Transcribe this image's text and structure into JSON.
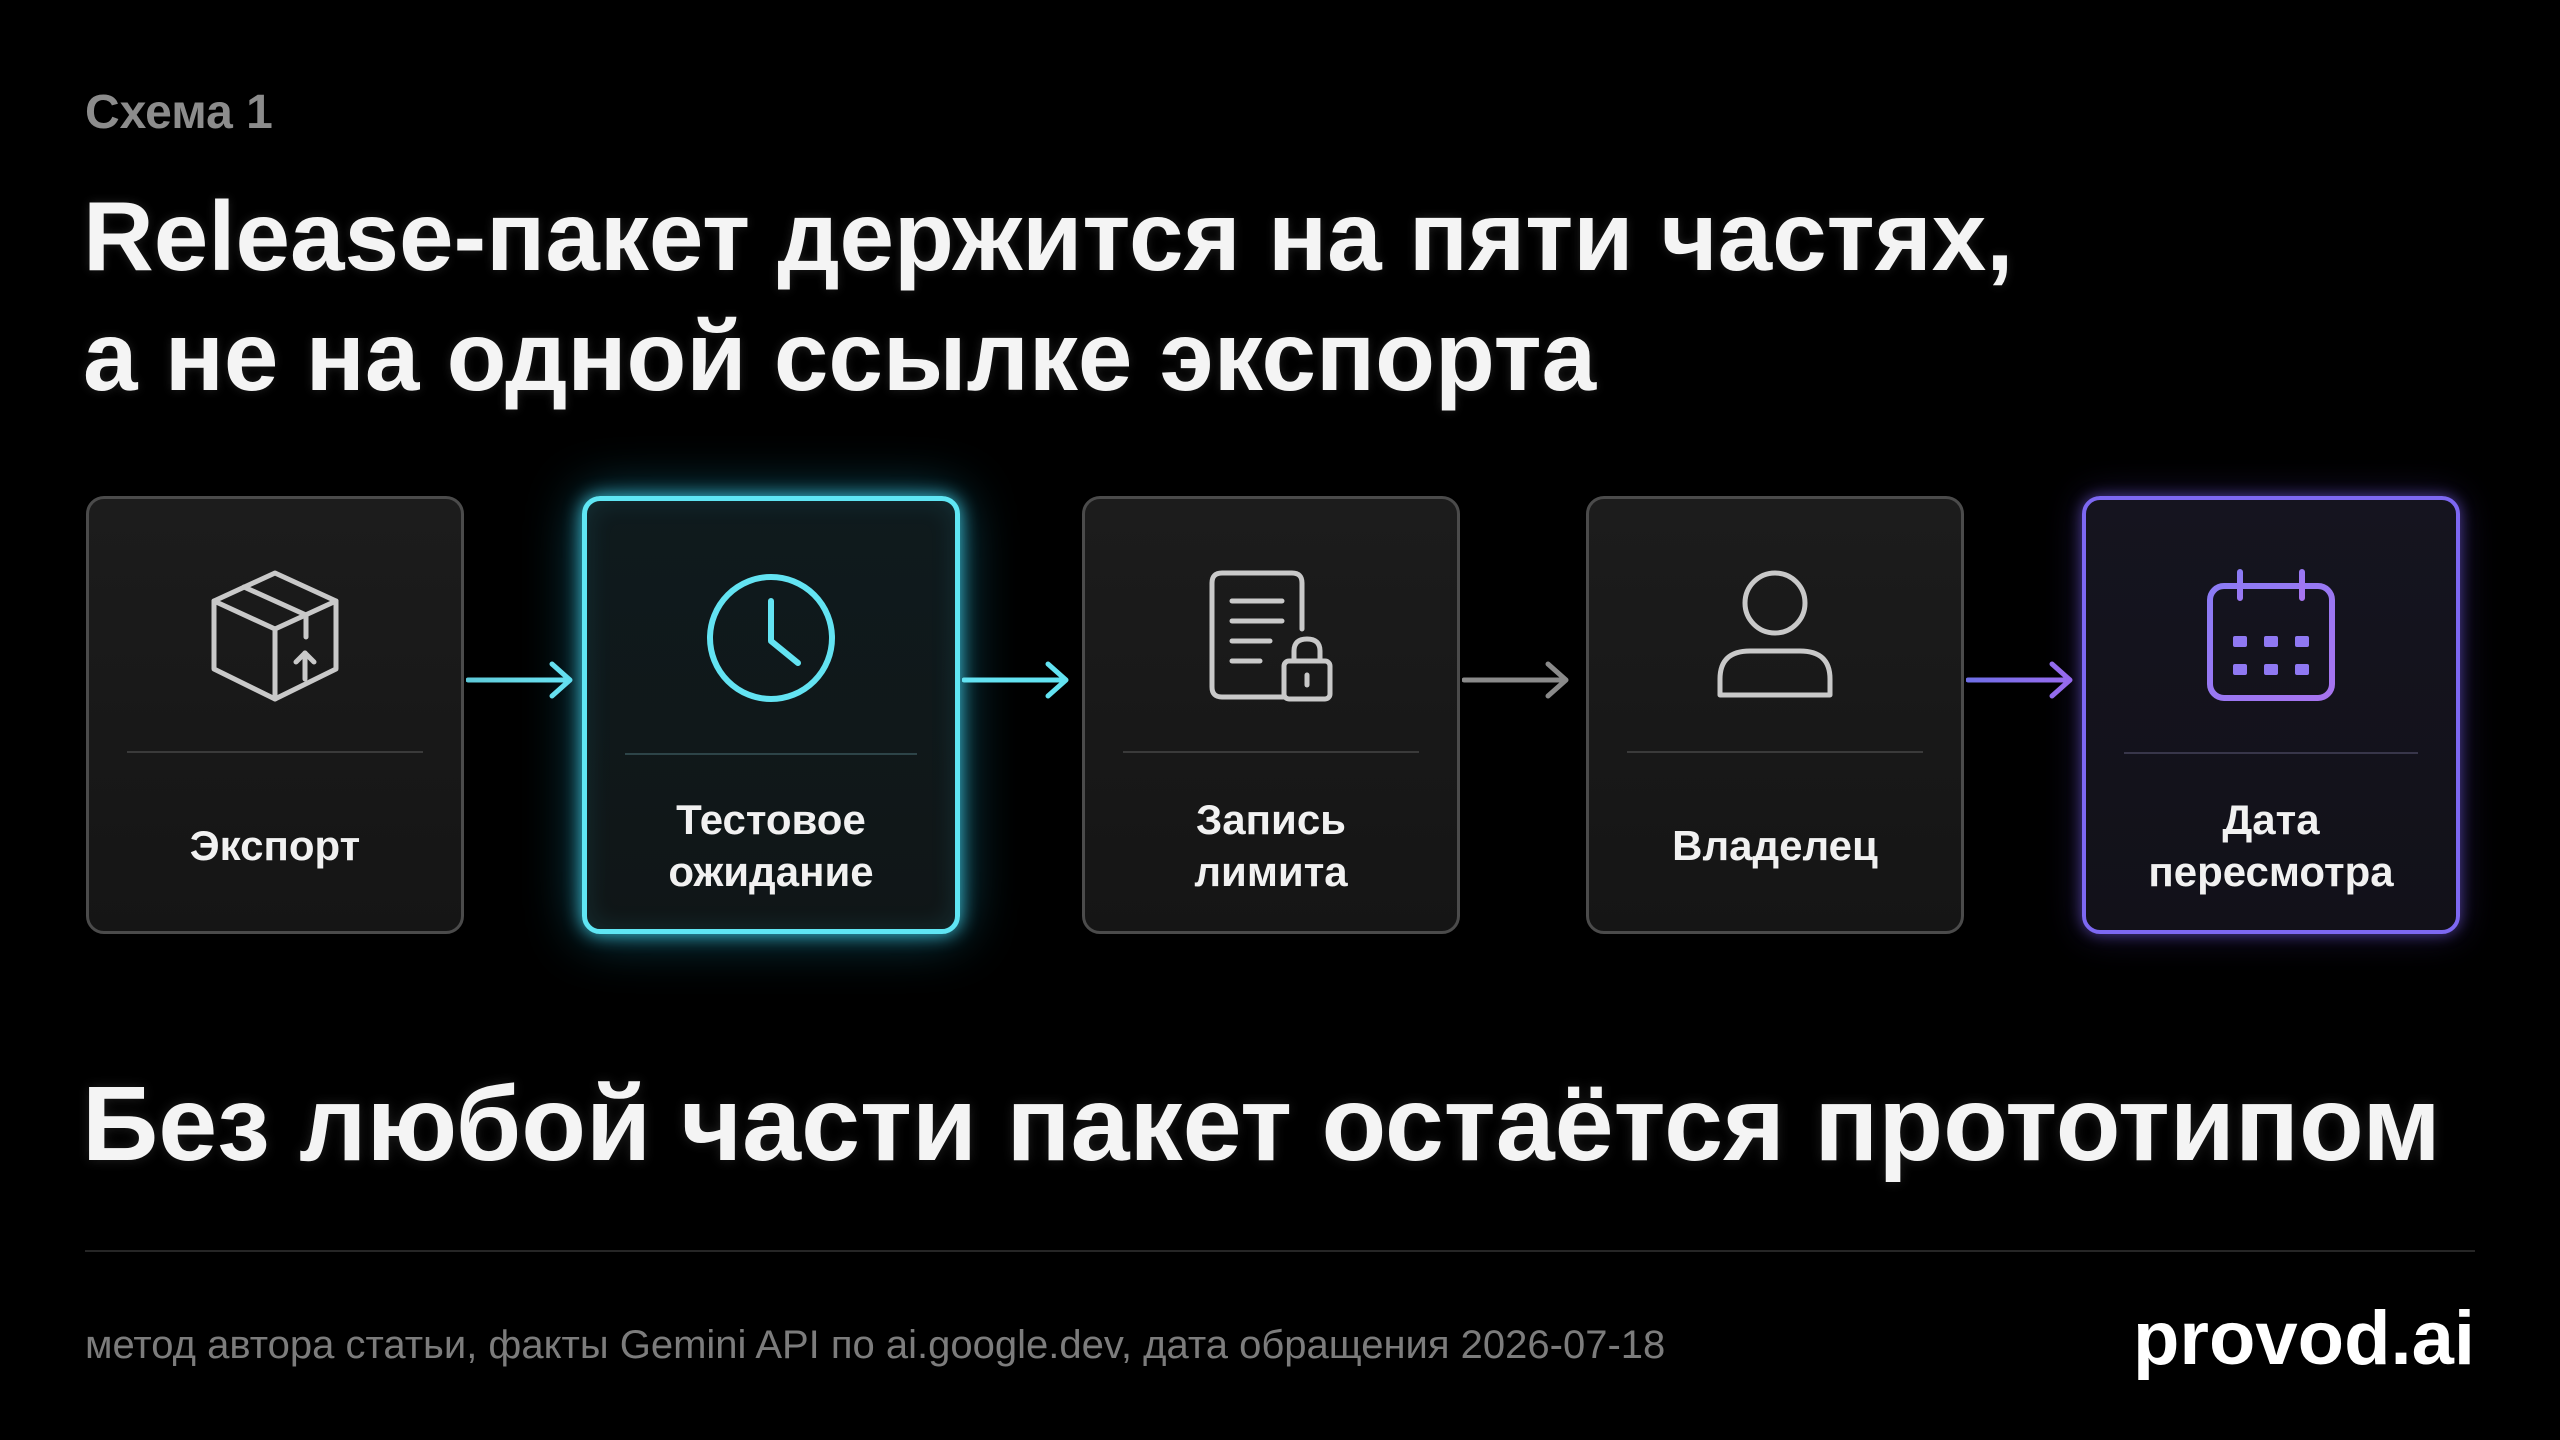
{
  "kicker": "Схема 1",
  "title": {
    "line1": "Release-пакет держится на пяти частях,",
    "line2": "а не на одной ссылке экспорта"
  },
  "steps": [
    {
      "label": "Экспорт",
      "icon": "box-upload-icon",
      "state": "default"
    },
    {
      "label": "Тестовое\nожидание",
      "icon": "clock-icon",
      "state": "highlighted"
    },
    {
      "label": "Запись\nлимита",
      "icon": "document-lock-icon",
      "state": "default"
    },
    {
      "label": "Владелец",
      "icon": "user-icon",
      "state": "default"
    },
    {
      "label": "Дата\nпересмотра",
      "icon": "calendar-icon",
      "state": "final"
    }
  ],
  "conclusion": "Без любой части пакет остаётся прототипом",
  "footer": {
    "source": "метод автора статьи, факты Gemini API по ai.google.dev, дата обращения 2026-07-18",
    "brand": "provod.ai"
  },
  "colors": {
    "background": "#000000",
    "highlight_cyan": "#5fe6f4",
    "final_violet": "#7d68f2",
    "card_border": "#4b4b4b",
    "muted_text": "#8c8c8c"
  }
}
